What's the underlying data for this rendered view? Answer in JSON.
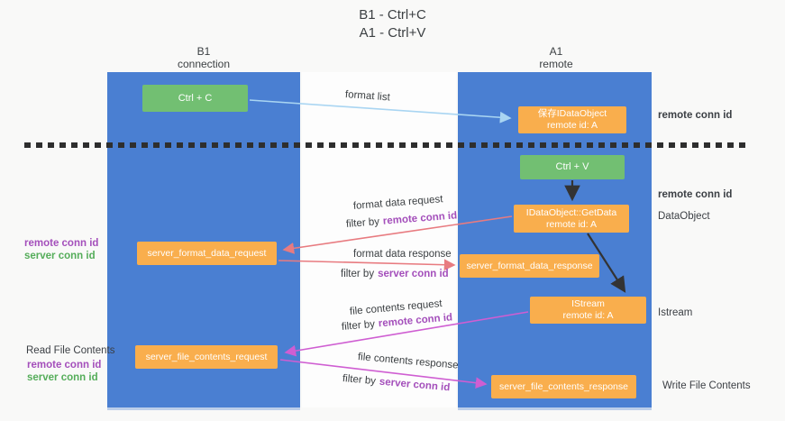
{
  "title": {
    "line1": "B1 - Ctrl+C",
    "line2": "A1 - Ctrl+V"
  },
  "lanes": {
    "b1": {
      "name": "B1",
      "role": "connection"
    },
    "a1": {
      "name": "A1",
      "role": "remote"
    }
  },
  "nodes": {
    "ctrl_c": {
      "label": "Ctrl + C"
    },
    "save_idataobject": {
      "line1": "保存IDataObject",
      "line2": "remote id: A"
    },
    "ctrl_v": {
      "label": "Ctrl + V"
    },
    "idataobject_getdata": {
      "line1": "IDataObject::GetData",
      "line2": "remote id: A"
    },
    "server_format_data_request": {
      "label": "server_format_data_request"
    },
    "server_format_data_response": {
      "label": "server_format_data_response"
    },
    "istream": {
      "line1": "IStream",
      "line2": "remote id: A"
    },
    "server_file_contents_request": {
      "label": "server_file_contents_request"
    },
    "server_file_contents_response": {
      "label": "server_file_contents_response"
    }
  },
  "arrow_labels": {
    "format_list": "format list",
    "format_data_request": "format data request",
    "format_data_response": "format data response",
    "file_contents_request": "file contents request",
    "file_contents_response": "file contents response",
    "filter_by": "filter by",
    "remote_conn_id": "remote conn id",
    "server_conn_id": "server conn id"
  },
  "side_labels": {
    "remote_conn_id": "remote conn id",
    "server_conn_id": "server conn id",
    "dataobject": "DataObject",
    "istream": "Istream",
    "read_file_contents": "Read File Contents",
    "write_file_contents": "Write File Contents"
  },
  "colors": {
    "lane_blue": "#4a7fd2",
    "node_green": "#72bf72",
    "node_orange": "#f9ae4d",
    "purple_text": "#a44fbb",
    "green_text": "#55ad5a",
    "arrow_salmon": "#e87b80",
    "arrow_magenta": "#cf5ed2",
    "arrow_lightblue": "#a9d5f2",
    "arrow_black": "#333333",
    "text_dark": "#3b3f44"
  }
}
